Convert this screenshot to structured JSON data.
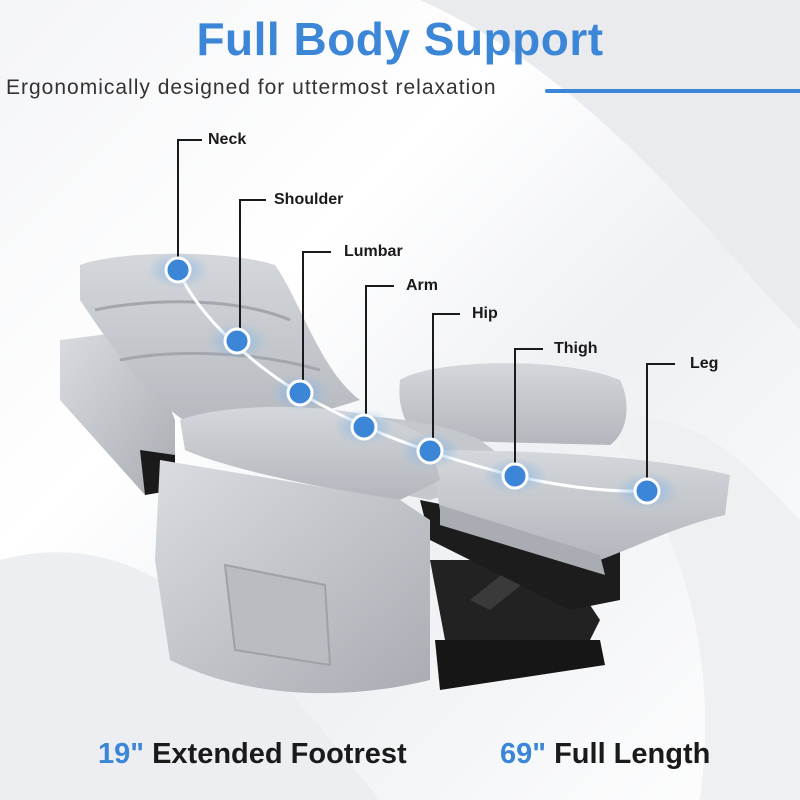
{
  "title": "Full Body Support",
  "subtitle": "Ergonomically designed for uttermost relaxation",
  "labels": {
    "neck": "Neck",
    "shoulder": "Shoulder",
    "lumbar": "Lumbar",
    "arm": "Arm",
    "hip": "Hip",
    "thigh": "Thigh",
    "leg": "Leg"
  },
  "footrest": {
    "value": "19\"",
    "label": "Extended Footrest"
  },
  "length": {
    "value": "69\"",
    "label": "Full Length"
  },
  "colors": {
    "accent": "#3b86d6",
    "chair": "#c9ccd1",
    "text": "#1a1a1a"
  }
}
